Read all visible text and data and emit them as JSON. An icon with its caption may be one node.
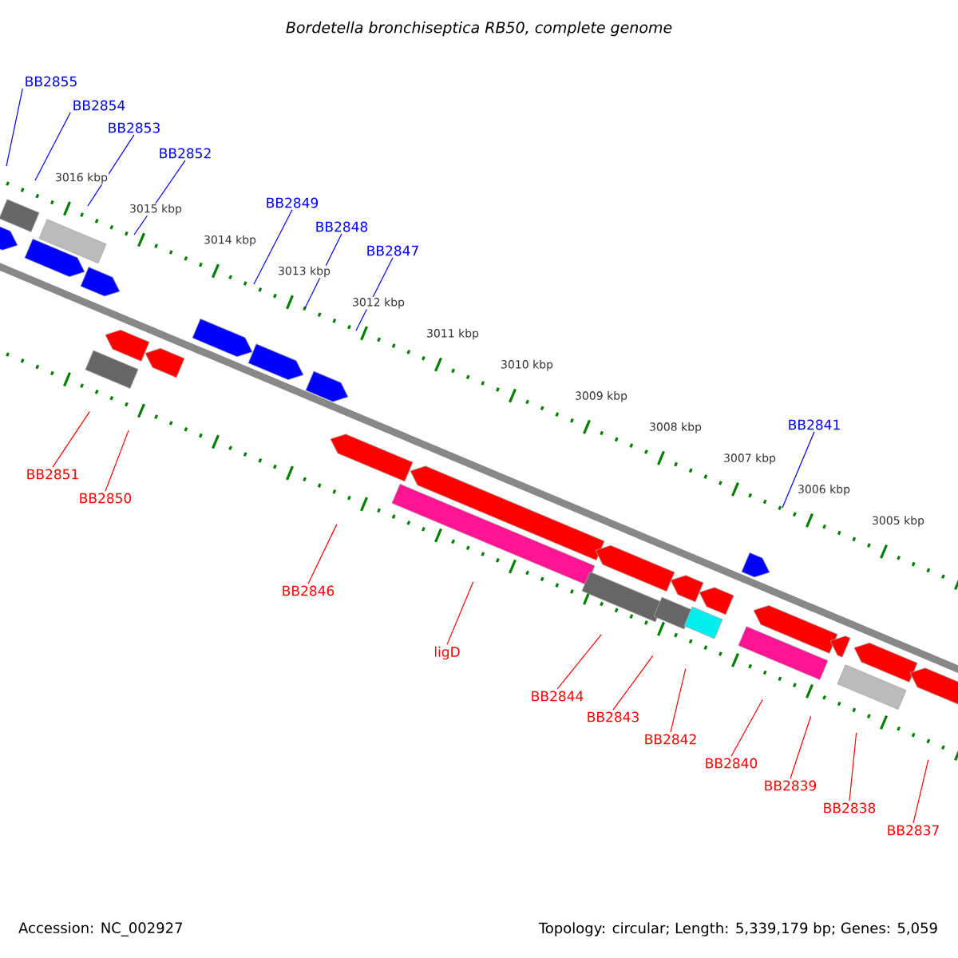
{
  "diagram": {
    "title": "Bordetella bronchiseptica RB50, complete genome",
    "nodes": [
      {
        "text": [
          "BB2855"
        ]
      },
      {
        "text": [
          "BB2854"
        ]
      },
      {
        "text": [
          "BB2853"
        ]
      },
      {
        "text": [
          "BB2852"
        ]
      },
      {
        "text": [
          "BB2849"
        ]
      },
      {
        "text": [
          "BB2848"
        ]
      },
      {
        "text": [
          "BB2847"
        ]
      },
      {
        "text": [
          "BB2841"
        ]
      },
      {
        "text": [
          "BB2851"
        ]
      },
      {
        "text": [
          "BB2850"
        ]
      },
      {
        "text": [
          "BB2846"
        ]
      },
      {
        "text": [
          "ligD"
        ]
      },
      {
        "text": [
          "BB2844"
        ]
      },
      {
        "text": [
          "BB2843"
        ]
      },
      {
        "text": [
          "BB2842"
        ]
      },
      {
        "text": [
          "BB2840"
        ]
      },
      {
        "text": [
          "BB2839"
        ]
      },
      {
        "text": [
          "BB2838"
        ]
      },
      {
        "text": [
          "BB2837"
        ]
      }
    ],
    "edges": [
      {
        "from": 0,
        "to": null,
        "arrow": "none",
        "color": "#0000ff"
      },
      {
        "from": 1,
        "to": null,
        "arrow": "none",
        "color": "#0000ff"
      },
      {
        "from": 2,
        "to": null,
        "arrow": "none",
        "color": "#0000ff"
      },
      {
        "from": 3,
        "to": null,
        "arrow": "none",
        "color": "#0000ff"
      },
      {
        "from": 4,
        "to": null,
        "arrow": "none",
        "color": "#0000ff"
      },
      {
        "from": 5,
        "to": null,
        "arrow": "none",
        "color": "#0000ff"
      },
      {
        "from": 6,
        "to": null,
        "arrow": "none",
        "color": "#0000ff"
      },
      {
        "from": 7,
        "to": null,
        "arrow": "none",
        "color": "#0000ff"
      },
      {
        "from": 8,
        "to": null,
        "arrow": "none"
      },
      {
        "from": 9,
        "to": null,
        "arrow": "none"
      },
      {
        "from": 10,
        "to": null,
        "arrow": "none"
      },
      {
        "from": 11,
        "to": null,
        "arrow": "none"
      },
      {
        "from": 12,
        "to": null,
        "arrow": "none"
      },
      {
        "from": 13,
        "to": null,
        "arrow": "none"
      },
      {
        "from": 14,
        "to": null,
        "arrow": "none"
      },
      {
        "from": 15,
        "to": null,
        "arrow": "none"
      },
      {
        "from": 16,
        "to": null,
        "arrow": "none"
      },
      {
        "from": 17,
        "to": null,
        "arrow": "none"
      },
      {
        "from": 18,
        "to": null,
        "arrow": "none"
      }
    ],
    "labels": [
      "3016 kbp",
      "3015 kbp",
      "3014 kbp",
      "3013 kbp",
      "3012 kbp",
      "3011 kbp",
      "3010 kbp",
      "3009 kbp",
      "3008 kbp",
      "3007 kbp",
      "3006 kbp",
      "3005 kbp",
      "Accession: NC_002927",
      "Topology: circular; Length: 5,339,179 bp; Genes: 5,059"
    ]
  }
}
